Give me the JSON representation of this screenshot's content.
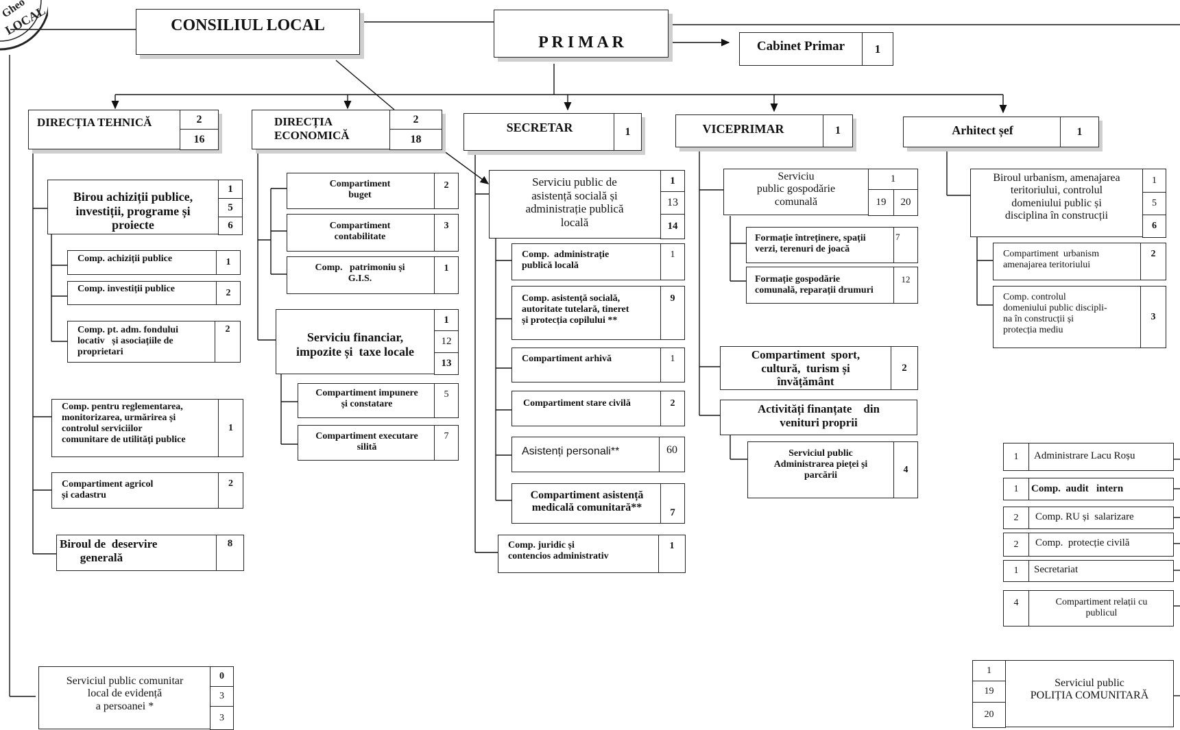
{
  "stamp": {
    "text_top": "Gheo",
    "text_bottom": "LOCAL"
  },
  "consiliul": {
    "label": "CONSILIUL LOCAL"
  },
  "primar": {
    "label": "P R I M A R"
  },
  "cabinet": {
    "label": "Cabinet Primar",
    "n": "1"
  },
  "tehnica": {
    "label": "DIRECȚIA TEHNICĂ",
    "n1": "2",
    "n2": "16"
  },
  "economica": {
    "label": "DIRECȚIA\nECONOMICĂ",
    "n1": "2",
    "n2": "18"
  },
  "secretar": {
    "label": "SECRETAR",
    "n": "1"
  },
  "viceprimar": {
    "label": "VICEPRIMAR",
    "n": "1"
  },
  "arhitect": {
    "label": "Arhitect șef",
    "n": "1"
  },
  "birou_achizitii": {
    "label": "Birou achiziții publice,\ninvestiții, programe și\nproiecte",
    "n1": "1",
    "n2": "5",
    "n3": "6"
  },
  "comp_achizitii": {
    "label": "Comp. achiziții publice",
    "n": "1"
  },
  "comp_investitii": {
    "label": "Comp. investiții publice",
    "n": "2"
  },
  "comp_fond": {
    "label": "Comp. pt. adm. fondului\nlocativ   și asociațiile de\nproprietari",
    "n": "2"
  },
  "comp_reglementare": {
    "label": "Comp. pentru reglementarea,\nmonitorizarea, urmărirea și\ncontrolul serviciilor\ncomunitare de utilități publice",
    "n": "1"
  },
  "comp_agricol": {
    "label": "Compartiment agricol\nși cadastru",
    "n": "2"
  },
  "birou_deservire": {
    "label": "Biroul de  deservire\n       generală",
    "n": "8"
  },
  "comp_buget": {
    "label": "Compartiment\nbuget",
    "n": "2"
  },
  "comp_contabilitate": {
    "label": "Compartiment\ncontabilitate",
    "n": "3"
  },
  "comp_patrimoniu": {
    "label": "Comp.   patrimoniu și\nG.I.S.",
    "n": "1"
  },
  "serv_financiar": {
    "label": "Serviciu financiar,\nimpozite și  taxe locale",
    "n1": "1",
    "n2": "12",
    "n3": "13"
  },
  "comp_impunere": {
    "label": "Compartiment impunere\nși constatare",
    "n": "5"
  },
  "comp_executare": {
    "label": "Compartiment executare\nsilită",
    "n": "7"
  },
  "serv_asistenta": {
    "label": "Serviciu public de\nasistență socială și\nadministrație publică\nlocală",
    "n1": "1",
    "n2": "13",
    "n3": "14"
  },
  "comp_admin": {
    "label": "Comp.  administrație\npublică locală",
    "n": "1"
  },
  "comp_asist_soc": {
    "label": "Comp. asistență socială,\nautoritate tutelară, tineret\nși protecția copilului **",
    "n": "9"
  },
  "comp_arhiva": {
    "label": "Compartiment arhivă",
    "n": "1"
  },
  "comp_stare": {
    "label": "Compartiment stare civilă",
    "n": "2"
  },
  "asistenti": {
    "label": "Asistenți personali**",
    "n": "60"
  },
  "comp_medicala": {
    "label": "Compartiment asistență\nmedicală comunitară**",
    "n": "7"
  },
  "comp_juridic": {
    "label": "Comp. juridic și\ncontencios administrativ",
    "n": "1"
  },
  "serv_gospodarie": {
    "label": "Serviciu\npublic gospodărie\ncomunală",
    "n1": "1",
    "n2": "19",
    "n3": "20"
  },
  "formatie_intretinere": {
    "label": "Formație întreținere, spații\nverzi, terenuri de joacă",
    "n": "7"
  },
  "formatie_gospodarie": {
    "label": "Formație gospodărie\ncomunală, reparații drumuri",
    "n": "12"
  },
  "comp_sport": {
    "label": "Compartiment  sport,\ncultură,  turism și\nînvățământ",
    "n": "2"
  },
  "activitati": {
    "label": "Activități finanțate    din\nvenituri proprii"
  },
  "serv_piete": {
    "label": "Serviciul public\nAdministrarea pieței și\nparcării",
    "n": "4"
  },
  "birou_urbanism": {
    "label": "Biroul urbanism, amenajarea\nteritoriului, controlul\ndomeniului public și\ndisciplina în construcții",
    "n1": "1",
    "n2": "5",
    "n3": "6"
  },
  "comp_urbanism": {
    "label": "Compartiment  urbanism\namenajarea teritoriului",
    "n": "2"
  },
  "comp_control": {
    "label": "Comp. controlul\ndomeniului public discipli-\nna în construcții și\nprotecția mediu",
    "n": "3"
  },
  "lacu_rosu": {
    "label": "Administrare Lacu Roșu",
    "n": "1"
  },
  "audit": {
    "label": "Comp.  audit   intern",
    "n": "1"
  },
  "ru": {
    "label": "Comp. RU și  salarizare",
    "n": "2"
  },
  "protectie": {
    "label": "Comp.  protecție civilă",
    "n": "2"
  },
  "secretariat": {
    "label": "Secretariat",
    "n": "1"
  },
  "relatii": {
    "label": "Compartiment relații cu\npublicul",
    "n": "4"
  },
  "evidenta": {
    "label": "Serviciul public comunitar\nlocal de evidență\na persoanei *",
    "n1": "0",
    "n2": "3",
    "n3": "3"
  },
  "politia": {
    "label": "Serviciul public\nPOLIȚIA COMUNITARĂ",
    "n1": "1",
    "n2": "19",
    "n3": "20"
  }
}
